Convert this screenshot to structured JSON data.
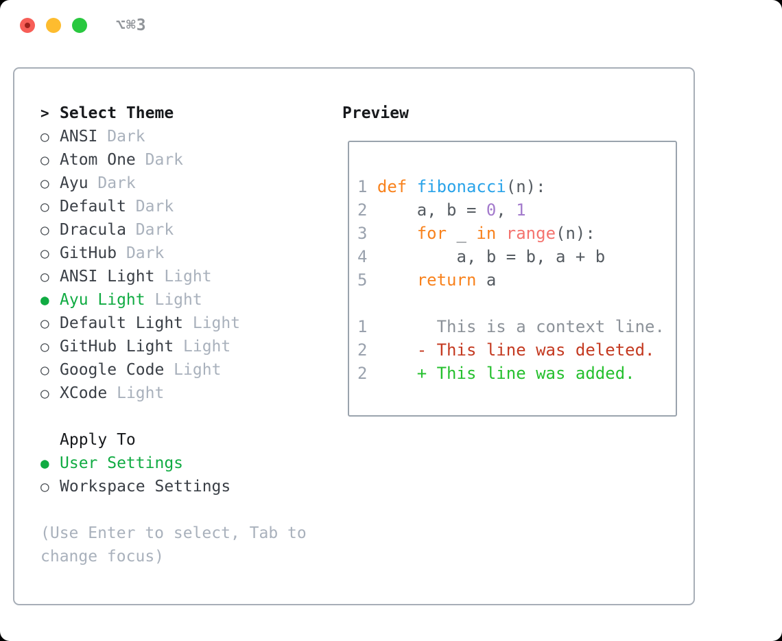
{
  "window": {
    "title": "⌥⌘3",
    "traffic_lights": [
      "close",
      "minimize",
      "zoom"
    ]
  },
  "theme_panel": {
    "header": {
      "marker": ">",
      "label": "Select Theme"
    },
    "marker_selected": "●",
    "marker_unselected": "○",
    "themes": [
      {
        "name": "ANSI",
        "variant": "Dark",
        "selected": false
      },
      {
        "name": "Atom One",
        "variant": "Dark",
        "selected": false
      },
      {
        "name": "Ayu",
        "variant": "Dark",
        "selected": false
      },
      {
        "name": "Default",
        "variant": "Dark",
        "selected": false
      },
      {
        "name": "Dracula",
        "variant": "Dark",
        "selected": false
      },
      {
        "name": "GitHub",
        "variant": "Dark",
        "selected": false
      },
      {
        "name": "ANSI Light",
        "variant": "Light",
        "selected": false
      },
      {
        "name": "Ayu Light",
        "variant": "Light",
        "selected": true
      },
      {
        "name": "Default Light",
        "variant": "Light",
        "selected": false
      },
      {
        "name": "GitHub Light",
        "variant": "Light",
        "selected": false
      },
      {
        "name": "Google Code",
        "variant": "Light",
        "selected": false
      },
      {
        "name": "XCode",
        "variant": "Light",
        "selected": false
      }
    ],
    "apply_to": {
      "label": "Apply To",
      "options": [
        {
          "name": "User Settings",
          "selected": true
        },
        {
          "name": "Workspace Settings",
          "selected": false
        }
      ]
    },
    "hint": "(Use Enter to select, Tab to change focus)"
  },
  "preview": {
    "label": "Preview",
    "lines": [
      {
        "name": "blank-line",
        "tokens": []
      },
      {
        "name": "code-line-1",
        "tokens": [
          [
            "1",
            "ln"
          ],
          [
            " ",
            "fg"
          ],
          [
            "def",
            "kw"
          ],
          [
            " ",
            "fg"
          ],
          [
            "fibonacci",
            "fn"
          ],
          [
            "(n):",
            "fg"
          ]
        ]
      },
      {
        "name": "code-line-2",
        "tokens": [
          [
            "2",
            "ln"
          ],
          [
            "     a, b = ",
            "fg"
          ],
          [
            "0",
            "num"
          ],
          [
            ", ",
            "fg"
          ],
          [
            "1",
            "num"
          ]
        ]
      },
      {
        "name": "code-line-3",
        "tokens": [
          [
            "3",
            "ln"
          ],
          [
            "     ",
            "fg"
          ],
          [
            "for",
            "kw"
          ],
          [
            " _ ",
            "fg"
          ],
          [
            "in",
            "kw"
          ],
          [
            " ",
            "fg"
          ],
          [
            "range",
            "call"
          ],
          [
            "(n):",
            "fg"
          ]
        ]
      },
      {
        "name": "code-line-4",
        "tokens": [
          [
            "4",
            "ln"
          ],
          [
            "         a, b = b, a + b",
            "fg"
          ]
        ]
      },
      {
        "name": "code-line-5",
        "tokens": [
          [
            "5",
            "ln"
          ],
          [
            "     ",
            "fg"
          ],
          [
            "return",
            "kw"
          ],
          [
            " a",
            "fg"
          ]
        ]
      },
      {
        "name": "blank-line",
        "tokens": []
      },
      {
        "name": "diff-context-line",
        "tokens": [
          [
            "1",
            "ln"
          ],
          [
            "       This is a context line.",
            "ctx"
          ]
        ]
      },
      {
        "name": "diff-deleted-line",
        "tokens": [
          [
            "2",
            "ln"
          ],
          [
            "     ",
            "fg"
          ],
          [
            "- This line was deleted.",
            "del"
          ]
        ]
      },
      {
        "name": "diff-added-line",
        "tokens": [
          [
            "2",
            "ln"
          ],
          [
            "     ",
            "fg"
          ],
          [
            "+ This line was added.",
            "add"
          ]
        ]
      }
    ]
  },
  "colors": {
    "kw": "#f8821d",
    "fn": "#29a3e9",
    "num": "#a37acc",
    "call": "#f4736e",
    "fg": "#555b61",
    "ln": "#99a1ad",
    "ctx": "#8c9299",
    "del": "#c43a21",
    "add": "#25c02e",
    "selected": "#10ab42",
    "muted": "#a9b1bc",
    "name": "#3a3f46",
    "black": "#17191c",
    "hint": "#a9b1bc",
    "marker": "#44494f",
    "panel_border": "#a7aeb7",
    "box_border": "#9aa3ad",
    "title": "#909499",
    "traffic_red": "#f75e57",
    "traffic_red_dot": "#9e221c",
    "traffic_yellow": "#fdbc2f",
    "traffic_green": "#29c83f"
  }
}
